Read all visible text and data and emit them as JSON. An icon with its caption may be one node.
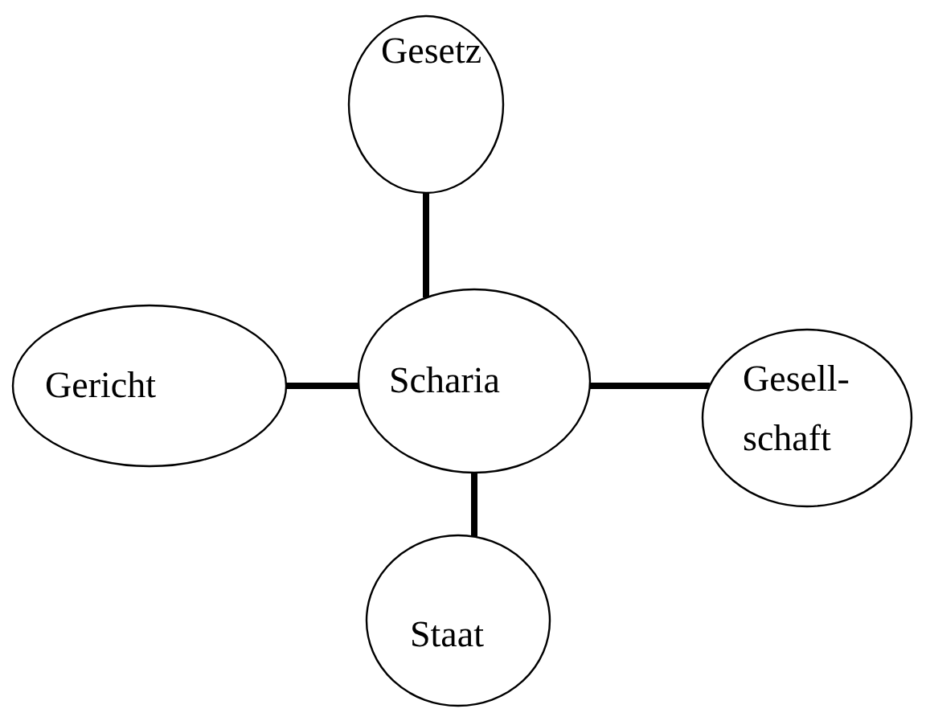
{
  "diagram": {
    "nodes": [
      {
        "text": [
          "Gesetz"
        ]
      },
      {
        "text": [
          "Gericht"
        ]
      },
      {
        "text": [
          "Scharia"
        ]
      },
      {
        "text": [
          "Gesell-schaft"
        ]
      },
      {
        "text": [
          "Staat"
        ]
      }
    ],
    "edges": [
      {
        "from": 0,
        "to": 2,
        "arrow": "none"
      },
      {
        "from": 1,
        "to": 2,
        "arrow": "none"
      },
      {
        "from": 2,
        "to": 3,
        "arrow": "none"
      },
      {
        "from": 2,
        "to": 4,
        "arrow": "none"
      }
    ]
  }
}
